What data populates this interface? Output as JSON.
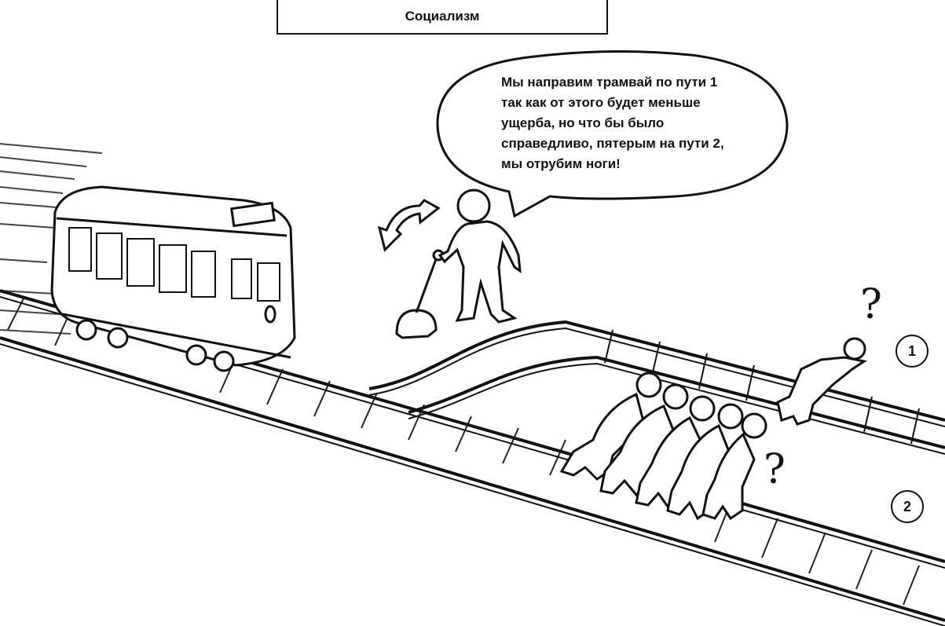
{
  "title": "Социализм",
  "speech_bubble": {
    "text": "Мы направим трамвай по пути 1\nтак как от этого будет меньше\nущерба, но что бы было\nсправедливо, пятерым на пути 2,\nмы отрубим ноги!"
  },
  "tracks": {
    "track_1_label": "1",
    "track_2_label": "2"
  },
  "marks": {
    "question_mark_1": "?",
    "question_mark_2": "?"
  }
}
